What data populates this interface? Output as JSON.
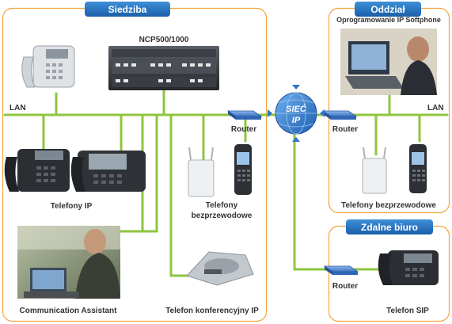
{
  "colors": {
    "lan_line": "#8dc63f",
    "box_border": "#f4a340",
    "header_fill": "#1e6fb8",
    "router_fill": "#4b86d1",
    "cloud_fill": "#2e74c9"
  },
  "offices": {
    "hq": {
      "title": "Siedziba",
      "pbx_label": "NCP500/1000",
      "lan_label": "LAN",
      "router_label": "Router",
      "ip_phones_label": "Telefony IP",
      "wireless_label_line1": "Telefony",
      "wireless_label_line2": "bezprzewodowe",
      "assistant_label": "Communication Assistant",
      "conference_label": "Telefon konferencyjny IP"
    },
    "branch": {
      "title": "Oddział",
      "softphone_label": "Oprogramowanie IP Softphone",
      "lan_label": "LAN",
      "router_label": "Router",
      "wireless_label": "Telefony bezprzewodowe"
    },
    "remote": {
      "title": "Zdalne biuro",
      "router_label": "Router",
      "sip_label": "Telefon SIP"
    }
  },
  "network": {
    "cloud_line1": "SIEĆ",
    "cloud_line2": "IP"
  }
}
